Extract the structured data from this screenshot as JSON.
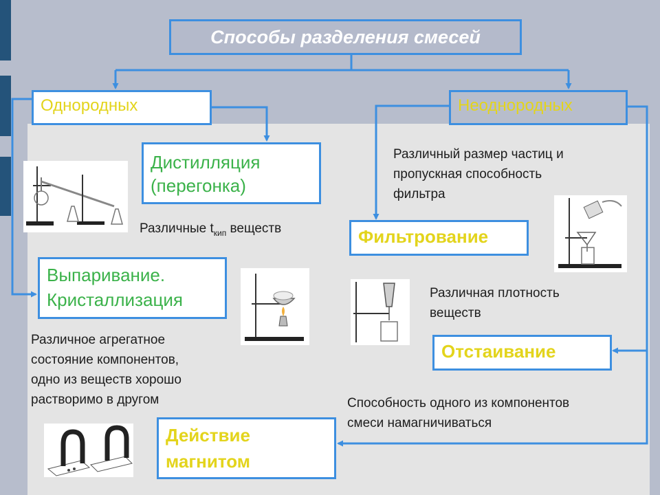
{
  "title": "Способы разделения смесей",
  "branches": {
    "homogeneous": "Однородных",
    "heterogeneous": "Неоднородных"
  },
  "methods": {
    "distillation": {
      "line1": "Дистилляция",
      "line2": "(перегонка)"
    },
    "evaporation": {
      "line1": "Выпаривание.",
      "line2": "Кристаллизация"
    },
    "filtration": "Фильтрование",
    "settling": "Отстаивание",
    "magnet": {
      "line1": "Действие",
      "line2": "магнитом"
    }
  },
  "descriptions": {
    "distillation": {
      "prefix": "Различные t",
      "subscript": "кип",
      "suffix": " веществ"
    },
    "evaporation": [
      "Различное агрегатное",
      "состояние компонентов,",
      "одно из веществ хорошо",
      "растворимо в другом"
    ],
    "filtration": [
      "Различный размер частиц и",
      "пропускная способность",
      "фильтра"
    ],
    "settling": [
      "Различная плотность",
      "веществ"
    ],
    "magnet": [
      "Способность одного из компонентов",
      "смеси намагничиваться"
    ]
  },
  "colors": {
    "background": "#b7bdcc",
    "panel": "#e4e4e4",
    "box_border": "#3d8fe0",
    "title_text": "#ffffff",
    "yellow_text": "#e3d41c",
    "green_text": "#3bb24a",
    "side_tab": "#24537a"
  },
  "illustrations": [
    "distillation-apparatus",
    "evaporation-apparatus",
    "filtration-apparatus",
    "separatory-funnel",
    "horseshoe-magnets"
  ]
}
